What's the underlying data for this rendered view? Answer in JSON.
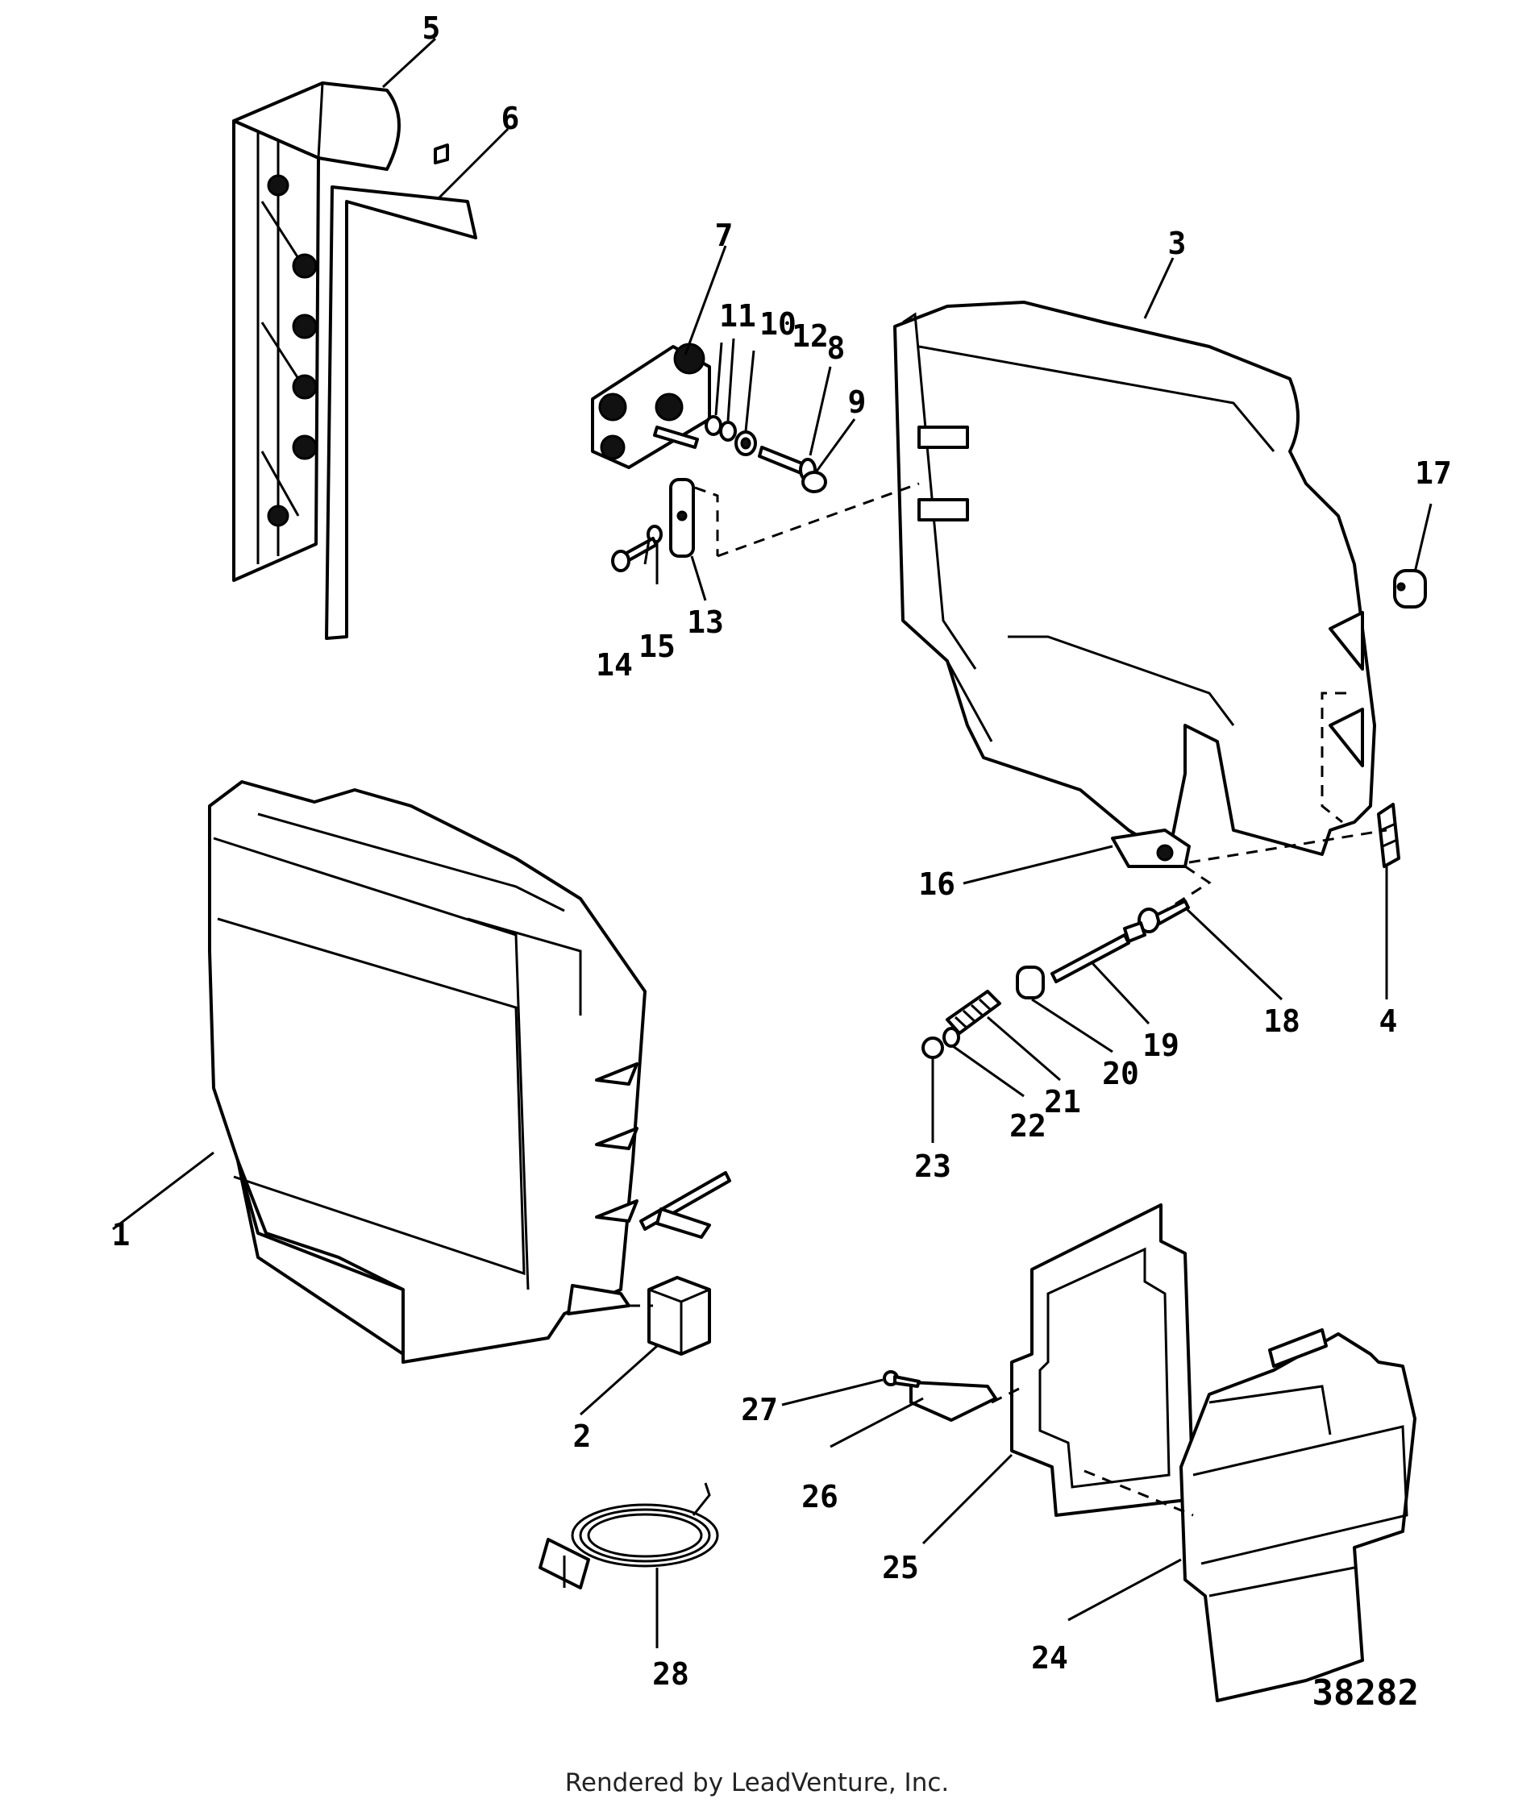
{
  "figure_number": "38282",
  "footer": "Rendered by LeadVenture, Inc.",
  "callouts": [
    {
      "id": "1",
      "text": "1"
    },
    {
      "id": "2",
      "text": "2"
    },
    {
      "id": "3",
      "text": "3"
    },
    {
      "id": "4",
      "text": "4"
    },
    {
      "id": "5",
      "text": "5"
    },
    {
      "id": "6",
      "text": "6"
    },
    {
      "id": "7",
      "text": "7"
    },
    {
      "id": "8",
      "text": "8"
    },
    {
      "id": "9",
      "text": "9"
    },
    {
      "id": "10",
      "text": "10"
    },
    {
      "id": "11",
      "text": "11"
    },
    {
      "id": "12",
      "text": "12"
    },
    {
      "id": "13",
      "text": "13"
    },
    {
      "id": "14",
      "text": "14"
    },
    {
      "id": "15",
      "text": "15"
    },
    {
      "id": "16",
      "text": "16"
    },
    {
      "id": "17",
      "text": "17"
    },
    {
      "id": "18",
      "text": "18"
    },
    {
      "id": "19",
      "text": "19"
    },
    {
      "id": "20",
      "text": "20"
    },
    {
      "id": "21",
      "text": "21"
    },
    {
      "id": "22",
      "text": "22"
    },
    {
      "id": "23",
      "text": "23"
    },
    {
      "id": "24",
      "text": "24"
    },
    {
      "id": "25",
      "text": "25"
    },
    {
      "id": "26",
      "text": "26"
    },
    {
      "id": "27",
      "text": "27"
    },
    {
      "id": "28",
      "text": "28"
    }
  ]
}
